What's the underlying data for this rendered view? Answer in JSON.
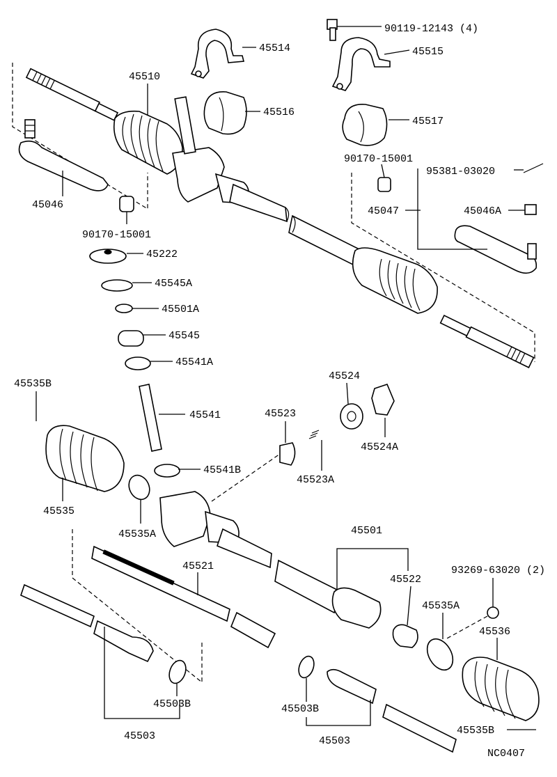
{
  "figure_code": "NC0407",
  "callouts": [
    {
      "id": "c1",
      "text": "90119-12143 (4)"
    },
    {
      "id": "c2",
      "text": "45514"
    },
    {
      "id": "c3",
      "text": "45515"
    },
    {
      "id": "c4",
      "text": "45510"
    },
    {
      "id": "c5",
      "text": "45516"
    },
    {
      "id": "c6",
      "text": "45517"
    },
    {
      "id": "c7",
      "text": "90170-15001"
    },
    {
      "id": "c8",
      "text": "95381-03020"
    },
    {
      "id": "c9",
      "text": "45046"
    },
    {
      "id": "c10",
      "text": "45047"
    },
    {
      "id": "c11",
      "text": "45046A"
    },
    {
      "id": "c12",
      "text": "90170-15001"
    },
    {
      "id": "c13",
      "text": "45222"
    },
    {
      "id": "c14",
      "text": "45545A"
    },
    {
      "id": "c15",
      "text": "45501A"
    },
    {
      "id": "c16",
      "text": "45545"
    },
    {
      "id": "c17",
      "text": "45541A"
    },
    {
      "id": "c18",
      "text": "45524"
    },
    {
      "id": "c19",
      "text": "45535B"
    },
    {
      "id": "c20",
      "text": "45523"
    },
    {
      "id": "c21",
      "text": "45541"
    },
    {
      "id": "c22",
      "text": "45524A"
    },
    {
      "id": "c23",
      "text": "45541B"
    },
    {
      "id": "c24",
      "text": "45523A"
    },
    {
      "id": "c25",
      "text": "45535"
    },
    {
      "id": "c26",
      "text": "45535A"
    },
    {
      "id": "c27",
      "text": "45501"
    },
    {
      "id": "c28",
      "text": "45521"
    },
    {
      "id": "c29",
      "text": "45522"
    },
    {
      "id": "c30",
      "text": "93269-63020 (2)"
    },
    {
      "id": "c31",
      "text": "45535A"
    },
    {
      "id": "c32",
      "text": "45536"
    },
    {
      "id": "c33",
      "text": "45503B"
    },
    {
      "id": "c34",
      "text": "45503B"
    },
    {
      "id": "c35",
      "text": "45535B"
    },
    {
      "id": "c36",
      "text": "45503"
    },
    {
      "id": "c37",
      "text": "45503"
    }
  ]
}
